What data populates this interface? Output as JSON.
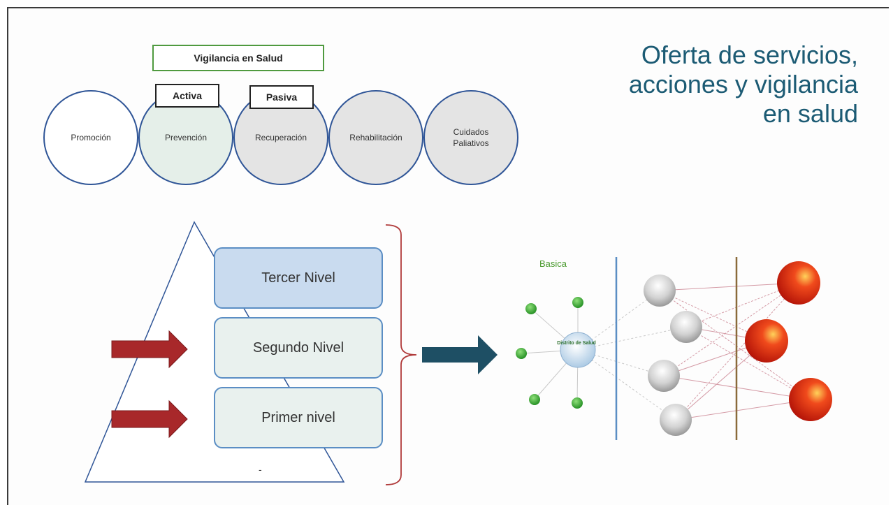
{
  "vigilancia": {
    "title": "Vigilancia en Salud",
    "activa": "Activa",
    "pasiva": "Pasiva"
  },
  "circles": [
    {
      "label": "Promoción",
      "fill": "#ffffff"
    },
    {
      "label": "Prevención",
      "fill": "#e5efe9"
    },
    {
      "label": "Recuperación",
      "fill": "#e4e4e4"
    },
    {
      "label": "Rehabilitación",
      "fill": "#e4e4e4"
    },
    {
      "label": "Cuidados Paliativos",
      "fill": "#e4e4e4"
    }
  ],
  "title": {
    "line1": "Oferta de servicios,",
    "line2": "acciones y vigilancia",
    "line3": "en salud"
  },
  "levels": {
    "tercer": "Tercer Nivel",
    "segundo": "Segundo Nivel",
    "primer": "Primer nivel"
  },
  "network": {
    "basica": "Basica",
    "distrito": "Distrito de Salud"
  },
  "pyramid_mark": "-",
  "colors": {
    "title": "#1c5b74",
    "red_arrow": "#a8282a",
    "blue_arrow": "#1e4f64",
    "bracket": "#b03a3a"
  }
}
